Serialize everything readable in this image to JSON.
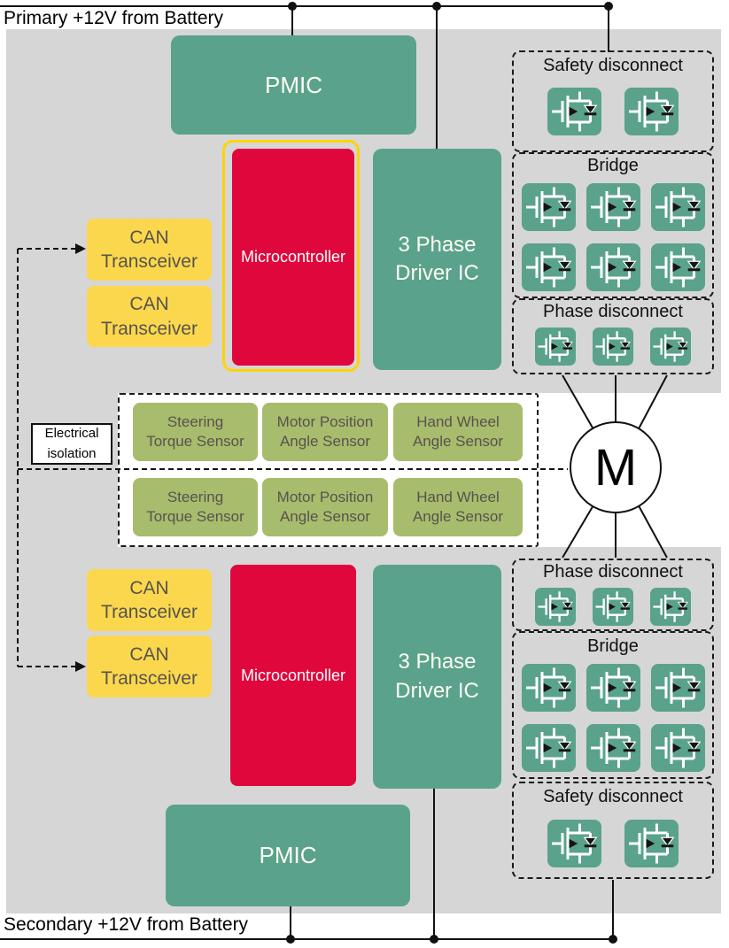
{
  "rails": {
    "primary": "Primary +12V from Battery",
    "secondary": "Secondary +12V from Battery"
  },
  "colors": {
    "teal": "#5AA28B",
    "red": "#E0073C",
    "can_yellow": "#FBD74D",
    "microcontroller_outline_gold": "#FFD400",
    "sensor_olive": "#A8BC6D",
    "background_gray": "#D6D6D6",
    "dark_block_text": "#58534E"
  },
  "primary_ecu": {
    "pmic": "PMIC",
    "microcontroller": "Microcontroller",
    "driver_ic": {
      "line1": "3 Phase",
      "line2": "Driver IC"
    },
    "can_transceivers": [
      {
        "line1": "CAN",
        "line2": "Transceiver"
      },
      {
        "line1": "CAN",
        "line2": "Transceiver"
      }
    ]
  },
  "secondary_ecu": {
    "pmic": "PMIC",
    "microcontroller": "Microcontroller",
    "driver_ic": {
      "line1": "3 Phase",
      "line2": "Driver IC"
    },
    "can_transceivers": [
      {
        "line1": "CAN",
        "line2": "Transceiver"
      },
      {
        "line1": "CAN",
        "line2": "Transceiver"
      }
    ]
  },
  "primary_power_stage": {
    "sections": [
      {
        "label": "Safety disconnect",
        "mosfet_count": 2
      },
      {
        "label": "Bridge",
        "mosfet_count": 6
      },
      {
        "label": "Phase disconnect",
        "mosfet_count": 3
      }
    ]
  },
  "secondary_power_stage": {
    "sections": [
      {
        "label": "Phase disconnect",
        "mosfet_count": 3
      },
      {
        "label": "Bridge",
        "mosfet_count": 6
      },
      {
        "label": "Safety disconnect",
        "mosfet_count": 2
      }
    ]
  },
  "isolation": {
    "line1": "Electrical",
    "line2": "isolation"
  },
  "sensors": {
    "rows": [
      [
        {
          "line1": "Steering",
          "line2": "Torque Sensor"
        },
        {
          "line1": "Motor Position",
          "line2": "Angle Sensor"
        },
        {
          "line1": "Hand Wheel",
          "line2": "Angle Sensor"
        }
      ],
      [
        {
          "line1": "Steering",
          "line2": "Torque Sensor"
        },
        {
          "line1": "Motor Position",
          "line2": "Angle Sensor"
        },
        {
          "line1": "Hand Wheel",
          "line2": "Angle Sensor"
        }
      ]
    ]
  },
  "motor": {
    "label": "M"
  }
}
